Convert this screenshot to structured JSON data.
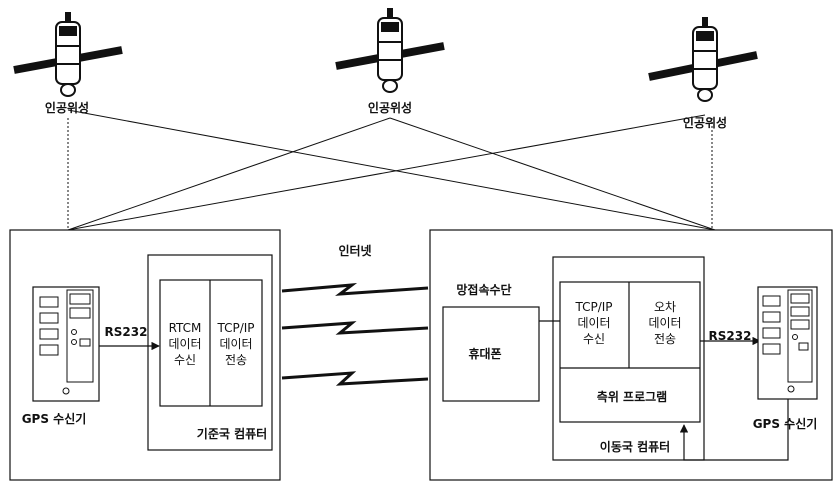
{
  "satellites": [
    {
      "label": "인공위성"
    },
    {
      "label": "인공위성"
    },
    {
      "label": "인공위성"
    }
  ],
  "internet_label": "인터넷",
  "base_station": {
    "gps_receiver_label": "GPS 수신기",
    "rs232_label": "RS232",
    "rtcm_cell": [
      "RTCM",
      "데이터",
      "수신"
    ],
    "tcpip_cell": [
      "TCP/IP",
      "데이터",
      "전송"
    ],
    "computer_label": "기준국 컴퓨터"
  },
  "mobile_station": {
    "wireless_label": "망접속수단",
    "phone_label": "휴대폰",
    "tcpip_cell": [
      "TCP/IP",
      "데이터",
      "수신"
    ],
    "error_cell": [
      "오차",
      "데이터",
      "전송"
    ],
    "program_label": "측위 프로그램",
    "computer_label": "이동국 컴퓨터",
    "rs232_label": "RS232",
    "gps_receiver_label": "GPS 수신기"
  }
}
